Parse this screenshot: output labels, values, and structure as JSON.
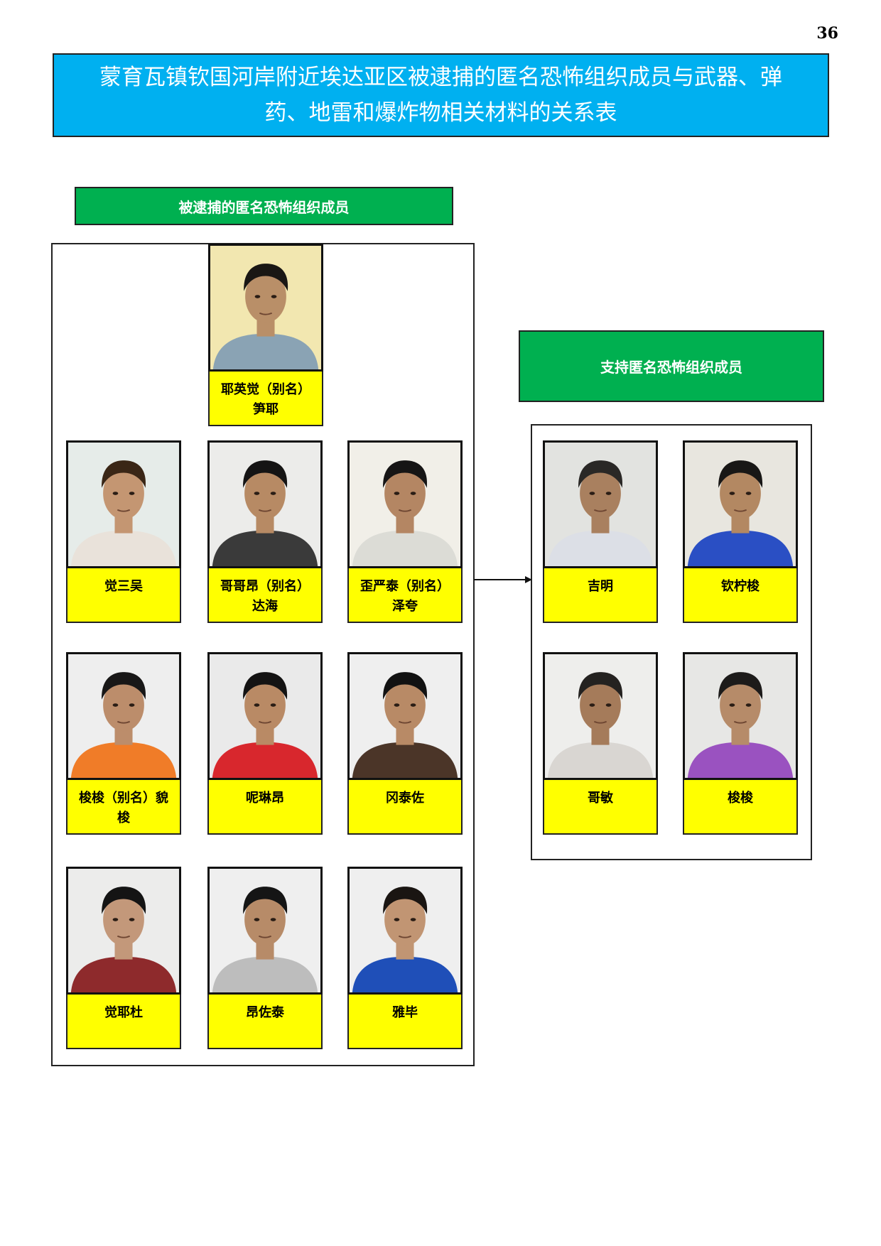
{
  "page_number": "36",
  "title": {
    "line1": "蒙育瓦镇钦国河岸附近埃达亚区被逮捕的匿名恐怖组织成员与武器、弹",
    "line2": "药、地雷和爆炸物相关材料的关系表"
  },
  "arrested_section": {
    "label": "被逮捕的匿名恐怖组织成员",
    "members": [
      {
        "name_line1": "耶英觉（别名）",
        "name_line2": "笋耶",
        "shirt": "#8aa3b4",
        "skin": "#b98f68",
        "bg": "#f2e7b0",
        "hair": "#1a1714"
      },
      {
        "name_line1": "觉三吴",
        "name_line2": "",
        "shirt": "#e9e2da",
        "skin": "#c49672",
        "bg": "#e6ece9",
        "hair": "#3a2616"
      },
      {
        "name_line1": "哥哥昂（别名）",
        "name_line2": "达海",
        "shirt": "#3a3a3a",
        "skin": "#b78a64",
        "bg": "#ececea",
        "hair": "#151414"
      },
      {
        "name_line1": "歪严泰（别名）",
        "name_line2": "泽夸",
        "shirt": "#dcdcd6",
        "skin": "#b48663",
        "bg": "#f1efe8",
        "hair": "#161515"
      },
      {
        "name_line1": "梭梭（别名）貌",
        "name_line2": "梭",
        "shirt": "#f07c28",
        "skin": "#bc8d6b",
        "bg": "#eeeeee",
        "hair": "#181717"
      },
      {
        "name_line1": "呢琳昂",
        "name_line2": "",
        "shirt": "#d8272d",
        "skin": "#b98a65",
        "bg": "#eaeaea",
        "hair": "#141313"
      },
      {
        "name_line1": "冈泰佐",
        "name_line2": "",
        "shirt": "#4b3528",
        "skin": "#b88a66",
        "bg": "#efefef",
        "hair": "#121212"
      },
      {
        "name_line1": "觉耶杜",
        "name_line2": "",
        "shirt": "#8e2a2c",
        "skin": "#c3987a",
        "bg": "#ececeb",
        "hair": "#141414"
      },
      {
        "name_line1": "昂佐泰",
        "name_line2": "",
        "shirt": "#bdbdbd",
        "skin": "#b78b68",
        "bg": "#efefef",
        "hair": "#151515"
      },
      {
        "name_line1": "雅毕",
        "name_line2": "",
        "shirt": "#1f4fb8",
        "skin": "#c19573",
        "bg": "#efefef",
        "hair": "#1a1512"
      }
    ]
  },
  "supporting_section": {
    "label": "支持匿名恐怖组织成员",
    "members": [
      {
        "name_line1": "吉明",
        "name_line2": "",
        "shirt": "#dcdfe6",
        "skin": "#a9805f",
        "bg": "#e2e3e0",
        "hair": "#2a2826"
      },
      {
        "name_line1": "钦柠梭",
        "name_line2": "",
        "shirt": "#2a4fc4",
        "skin": "#b38862",
        "bg": "#e8e6df",
        "hair": "#181716"
      },
      {
        "name_line1": "哥敏",
        "name_line2": "",
        "shirt": "#d9d6d2",
        "skin": "#a57b5a",
        "bg": "#eeeeec",
        "hair": "#242220"
      },
      {
        "name_line1": "梭梭",
        "name_line2": "",
        "shirt": "#9a52c0",
        "skin": "#b68b69",
        "bg": "#e7e7e5",
        "hair": "#1d1b1a"
      }
    ]
  },
  "colors": {
    "title_bg": "#00b0f0",
    "section_label_bg": "#00b050",
    "name_box_bg": "#ffff00"
  }
}
